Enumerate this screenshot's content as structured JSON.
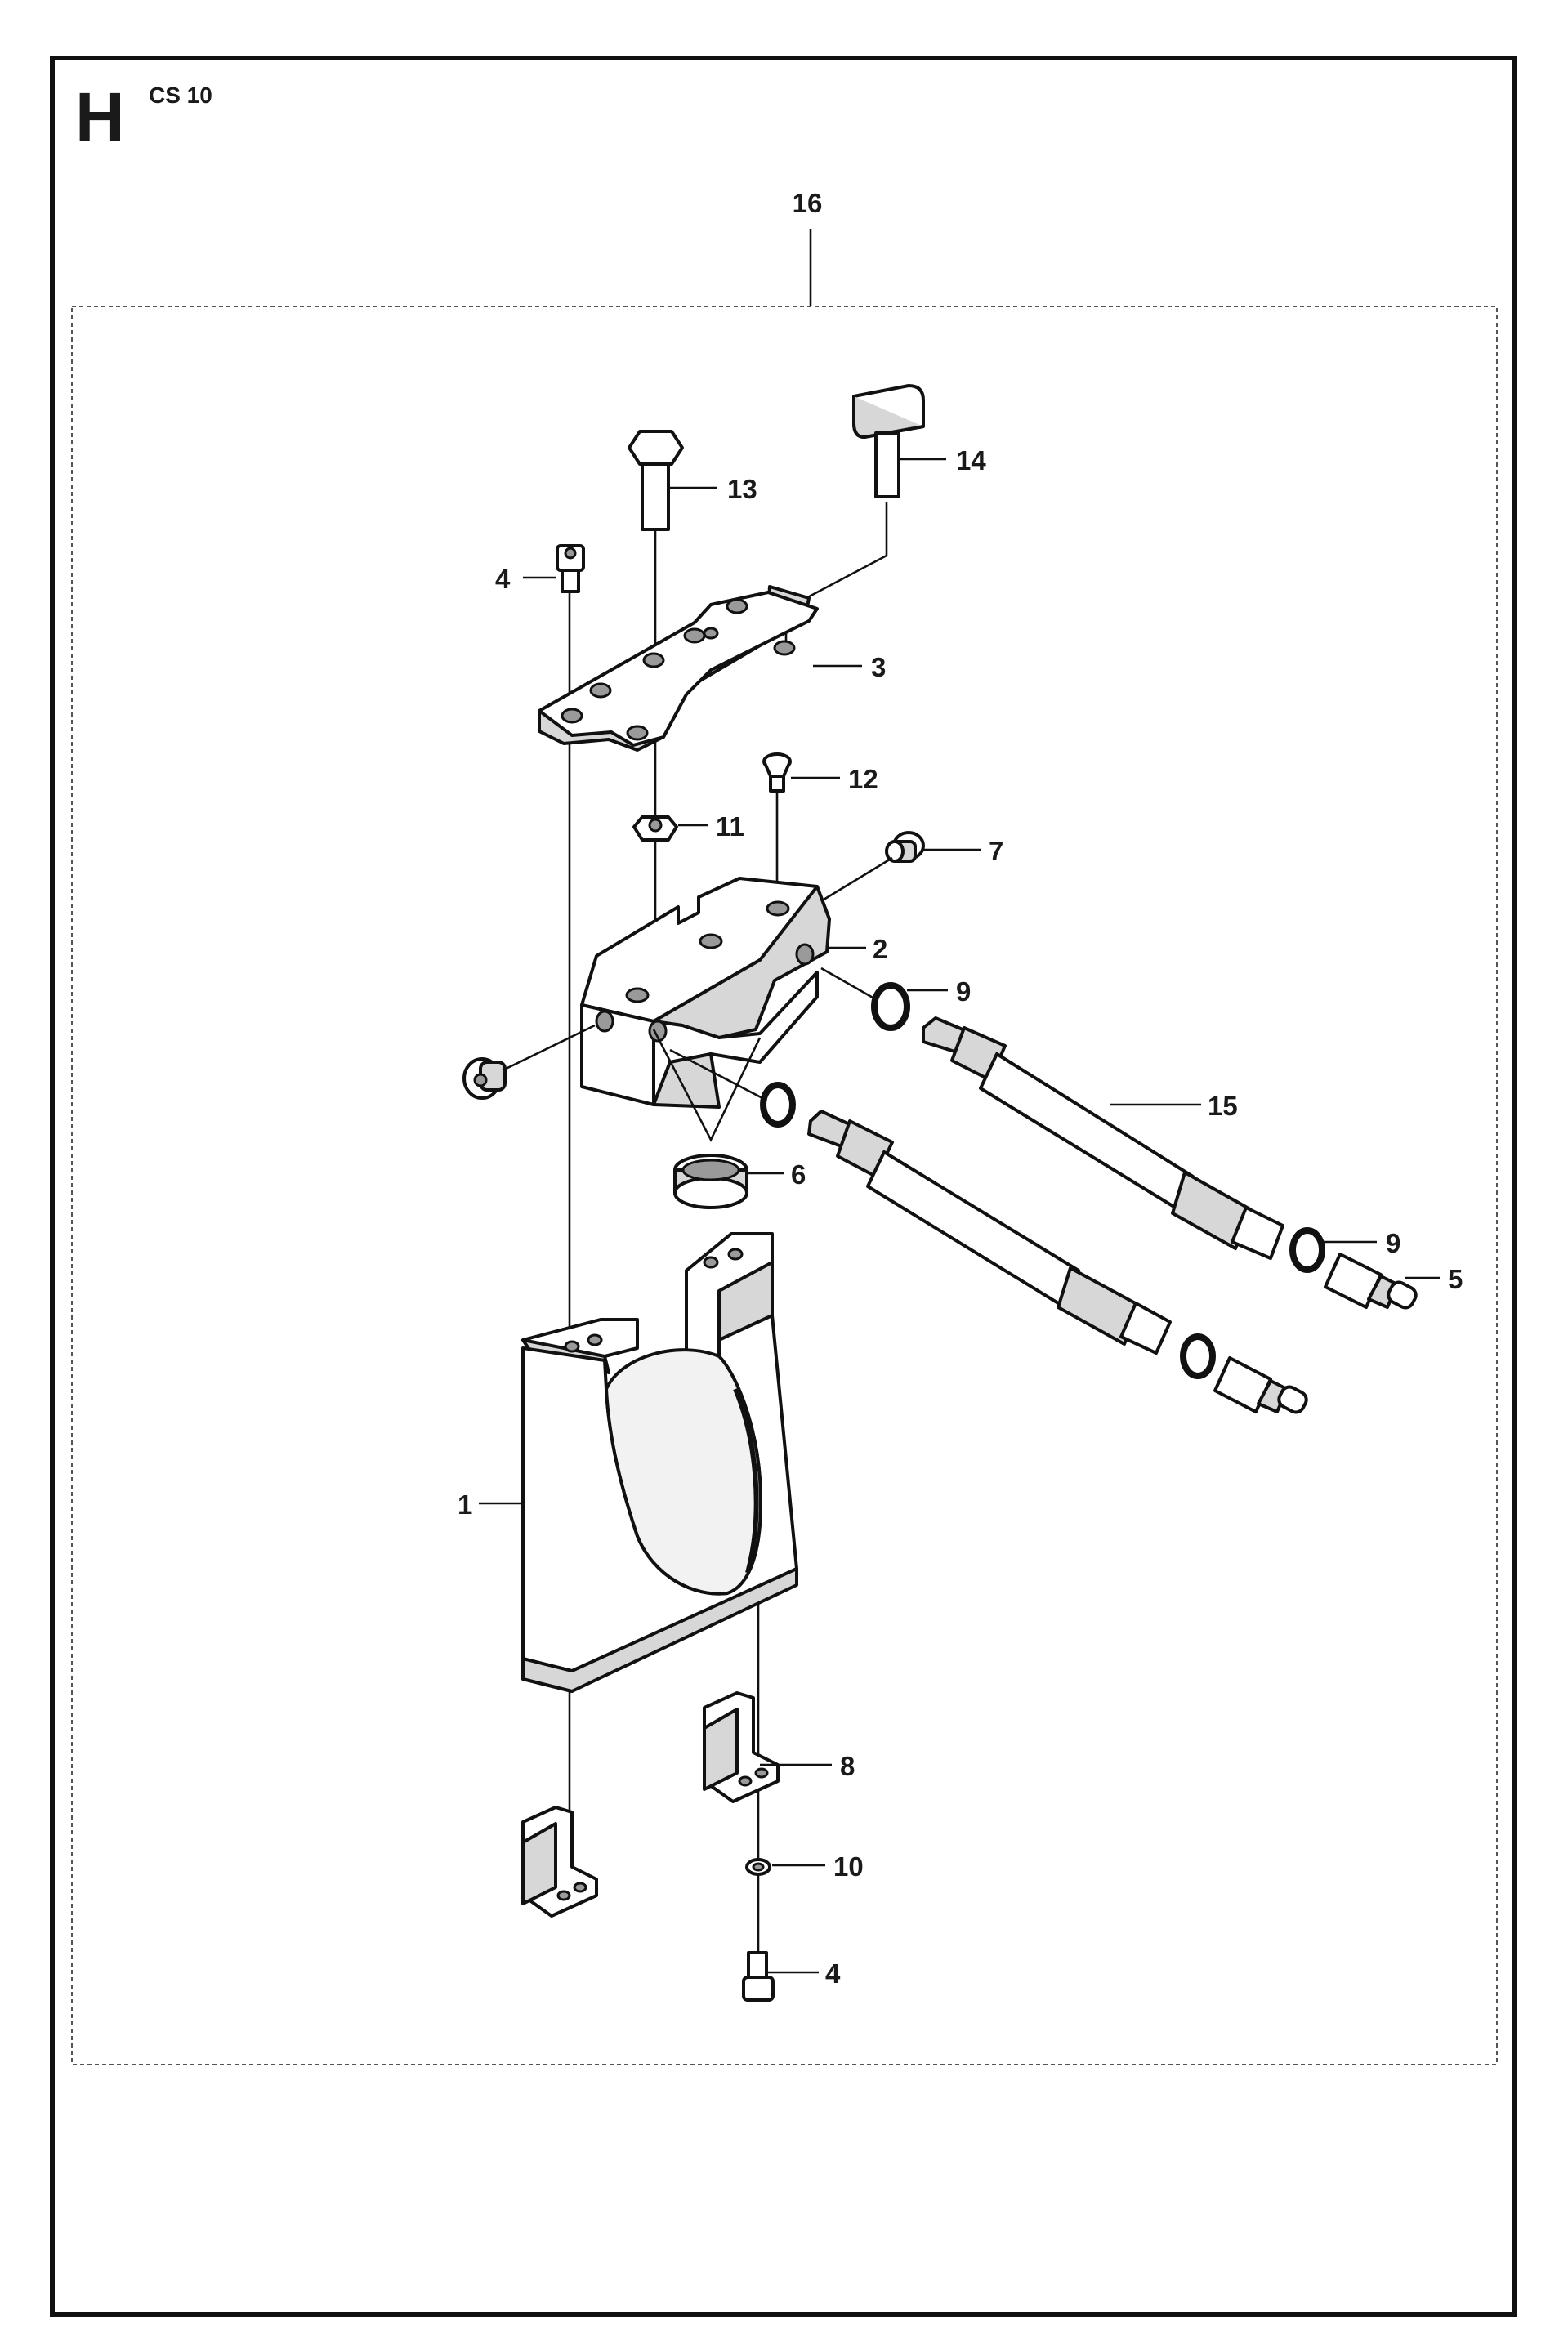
{
  "section_letter": "H",
  "model": "CS 10",
  "callouts": {
    "assembly": "16",
    "c1": "1",
    "c2": "2",
    "c3": "3",
    "c4a": "4",
    "c4b": "4",
    "c5": "5",
    "c6": "6",
    "c7": "7",
    "c8": "8",
    "c9a": "9",
    "c9b": "9",
    "c10": "10",
    "c11": "11",
    "c12": "12",
    "c13": "13",
    "c14": "14",
    "c15": "15"
  }
}
